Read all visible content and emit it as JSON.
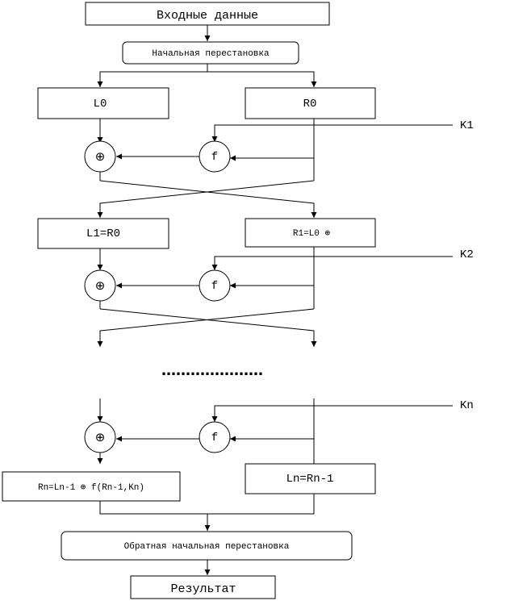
{
  "input_label": "Входные данные",
  "initial_permutation_label": "Начальная перестановка",
  "round0": {
    "left_label": "L0",
    "right_label": "R0",
    "key_label": "K1",
    "function_label": "f",
    "xor_symbol": "⊕"
  },
  "round1": {
    "left_label": "L1=R0",
    "right_label": "R1=L0 ⊕",
    "key_label": "K2",
    "function_label": "f",
    "xor_symbol": "⊕"
  },
  "ellipsis": "…………………",
  "round_n": {
    "key_label": "Kn",
    "function_label": "f",
    "xor_symbol": "⊕",
    "left_result_label": "Rn=Ln-1 ⊕ f(Rn-1,Kn)",
    "right_result_label": "Ln=Rn-1"
  },
  "final_permutation_label": "Обратная начальная перестановка",
  "result_label": "Результат"
}
